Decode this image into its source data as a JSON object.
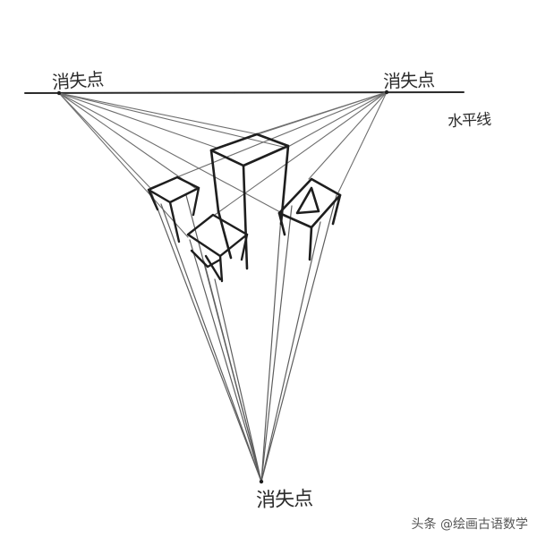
{
  "labels": {
    "vanishing_point_left": "消失点",
    "vanishing_point_right": "消失点",
    "vanishing_point_bottom": "消失点",
    "horizon_line": "水平线"
  },
  "watermark": "头条 @绘画古语数学",
  "colors": {
    "pencil_dark": "#1e1e1e",
    "pencil_light": "#6e6e6e",
    "paper": "#ffffff"
  }
}
